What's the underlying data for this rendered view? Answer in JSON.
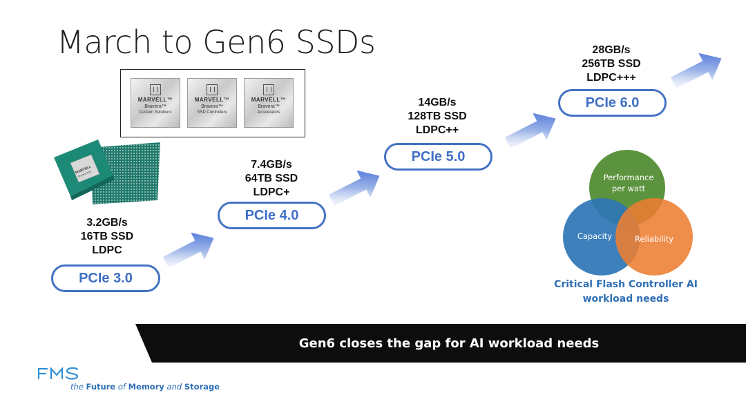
{
  "title": "March to Gen6 SSDs",
  "generations": [
    {
      "pill": "PCIe 3.0",
      "speed": "3.2GB/s",
      "capacity": "16TB SSD",
      "ecc": "LDPC"
    },
    {
      "pill": "PCIe 4.0",
      "speed": "7.4GB/s",
      "capacity": "64TB SSD",
      "ecc": "LDPC+"
    },
    {
      "pill": "PCIe 5.0",
      "speed": "14GB/s",
      "capacity": "128TB SSD",
      "ecc": "LDPC++"
    },
    {
      "pill": "PCIe 6.0",
      "speed": "28GB/s",
      "capacity": "256TB SSD",
      "ecc": "LDPC+++"
    }
  ],
  "chips": [
    {
      "brand": "MARVELL™",
      "product": "Bravera™",
      "line": "Custom Solutions"
    },
    {
      "brand": "MARVELL™",
      "product": "Bravera™",
      "line": "SSD Controllers"
    },
    {
      "brand": "MARVELL™",
      "product": "Bravera™",
      "line": "Accelerators"
    }
  ],
  "package": {
    "brand": "MARVELL",
    "product": "Bravera SC5"
  },
  "venn": {
    "top": "Performance per watt",
    "top_line1": "Performance",
    "top_line2": "per watt",
    "left": "Capacity",
    "right": "Reliability",
    "caption_line1": "Critical Flash Controller AI",
    "caption_line2": "workload needs",
    "colors": {
      "top": "#4e8a2e",
      "left": "#2e75b6",
      "right": "#ed7d31",
      "caption": "#2f6fb5"
    }
  },
  "banner": "Gen6 closes the gap for AI workload needs",
  "footer": {
    "logo": "FMS",
    "tag_the": "the",
    "tag_future": "Future",
    "tag_of": "of",
    "tag_memory": "Memory",
    "tag_and": "and",
    "tag_storage": "Storage"
  },
  "colors": {
    "accent": "#4472c4",
    "banner": "#0d0d0d"
  }
}
